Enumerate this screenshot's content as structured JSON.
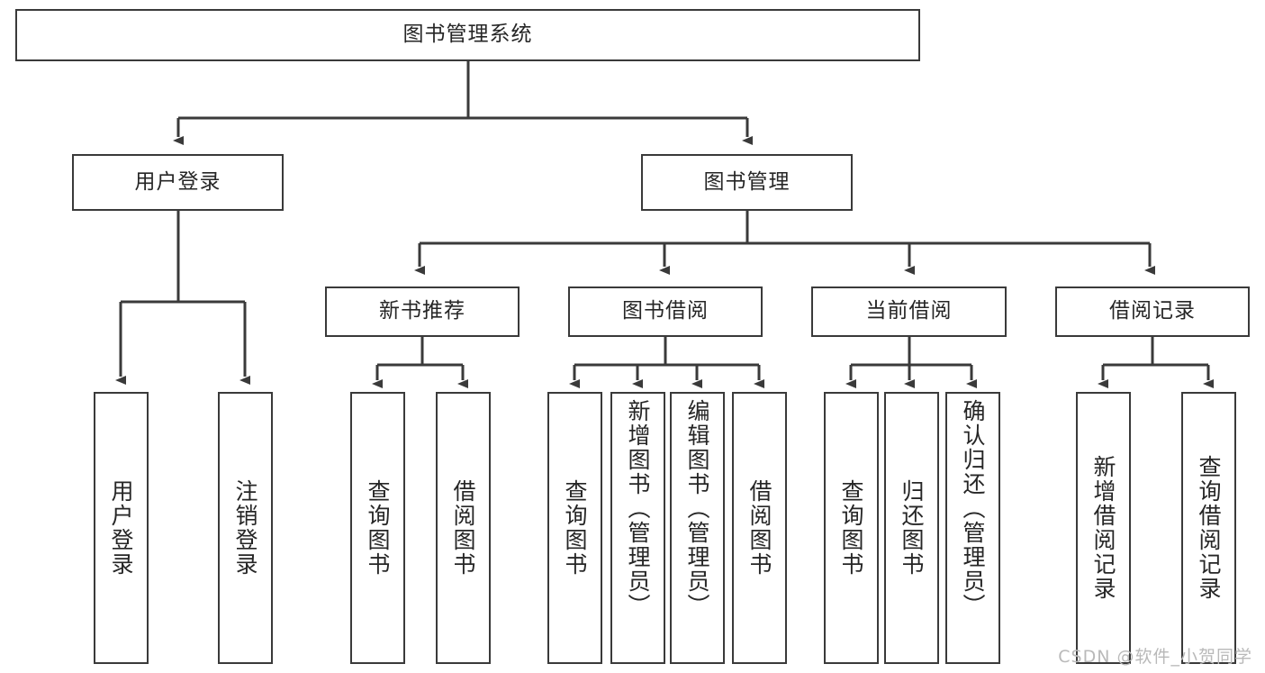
{
  "diagram": {
    "type": "tree-flowchart",
    "title": "图书管理系统",
    "watermark": "CSDN @软件_小贺同学",
    "colors": {
      "box_border": "#3a3a3a",
      "box_fill": "#ffffff",
      "edge": "#3a3a3a",
      "text": "#262626",
      "watermark": "#b9b9b9",
      "background": "#ffffff"
    },
    "nodes": {
      "root": {
        "label": "图书管理系统",
        "orientation": "horizontal"
      },
      "level1": [
        {
          "id": "user-login",
          "label": "用户登录",
          "orientation": "horizontal"
        },
        {
          "id": "book-management",
          "label": "图书管理",
          "orientation": "horizontal"
        }
      ],
      "level2": [
        {
          "id": "new-book-recommend",
          "label": "新书推荐",
          "orientation": "horizontal",
          "parent": "book-management"
        },
        {
          "id": "book-borrow",
          "label": "图书借阅",
          "orientation": "horizontal",
          "parent": "book-management"
        },
        {
          "id": "current-borrow",
          "label": "当前借阅",
          "orientation": "horizontal",
          "parent": "book-management"
        },
        {
          "id": "borrow-record",
          "label": "借阅记录",
          "orientation": "horizontal",
          "parent": "book-management"
        }
      ],
      "leaves": [
        {
          "id": "leaf-user-login",
          "label": "用户登录",
          "orientation": "vertical",
          "parent": "user-login"
        },
        {
          "id": "leaf-user-logout",
          "label": "注销登录",
          "orientation": "vertical",
          "parent": "user-login"
        },
        {
          "id": "leaf-query-books-rec",
          "label": "查询图书",
          "orientation": "vertical",
          "parent": "new-book-recommend"
        },
        {
          "id": "leaf-borrow-books-rec",
          "label": "借阅图书",
          "orientation": "vertical",
          "parent": "new-book-recommend"
        },
        {
          "id": "leaf-query-books-borrow",
          "label": "查询图书",
          "orientation": "vertical",
          "parent": "book-borrow"
        },
        {
          "id": "leaf-add-book-admin",
          "label": "新增图书（管理员）",
          "orientation": "vertical",
          "parent": "book-borrow"
        },
        {
          "id": "leaf-edit-book-admin",
          "label": "编辑图书（管理员）",
          "orientation": "vertical",
          "parent": "book-borrow"
        },
        {
          "id": "leaf-borrow-book",
          "label": "借阅图书",
          "orientation": "vertical",
          "parent": "book-borrow"
        },
        {
          "id": "leaf-query-books-current",
          "label": "查询图书",
          "orientation": "vertical",
          "parent": "current-borrow"
        },
        {
          "id": "leaf-return-book",
          "label": "归还图书",
          "orientation": "vertical",
          "parent": "current-borrow"
        },
        {
          "id": "leaf-confirm-return-admin",
          "label": "确认归还（管理员）",
          "orientation": "vertical",
          "parent": "current-borrow"
        },
        {
          "id": "leaf-add-borrow-record",
          "label": "新增借阅记录",
          "orientation": "vertical",
          "parent": "borrow-record"
        },
        {
          "id": "leaf-query-borrow-record",
          "label": "查询借阅记录",
          "orientation": "vertical",
          "parent": "borrow-record"
        }
      ]
    }
  }
}
